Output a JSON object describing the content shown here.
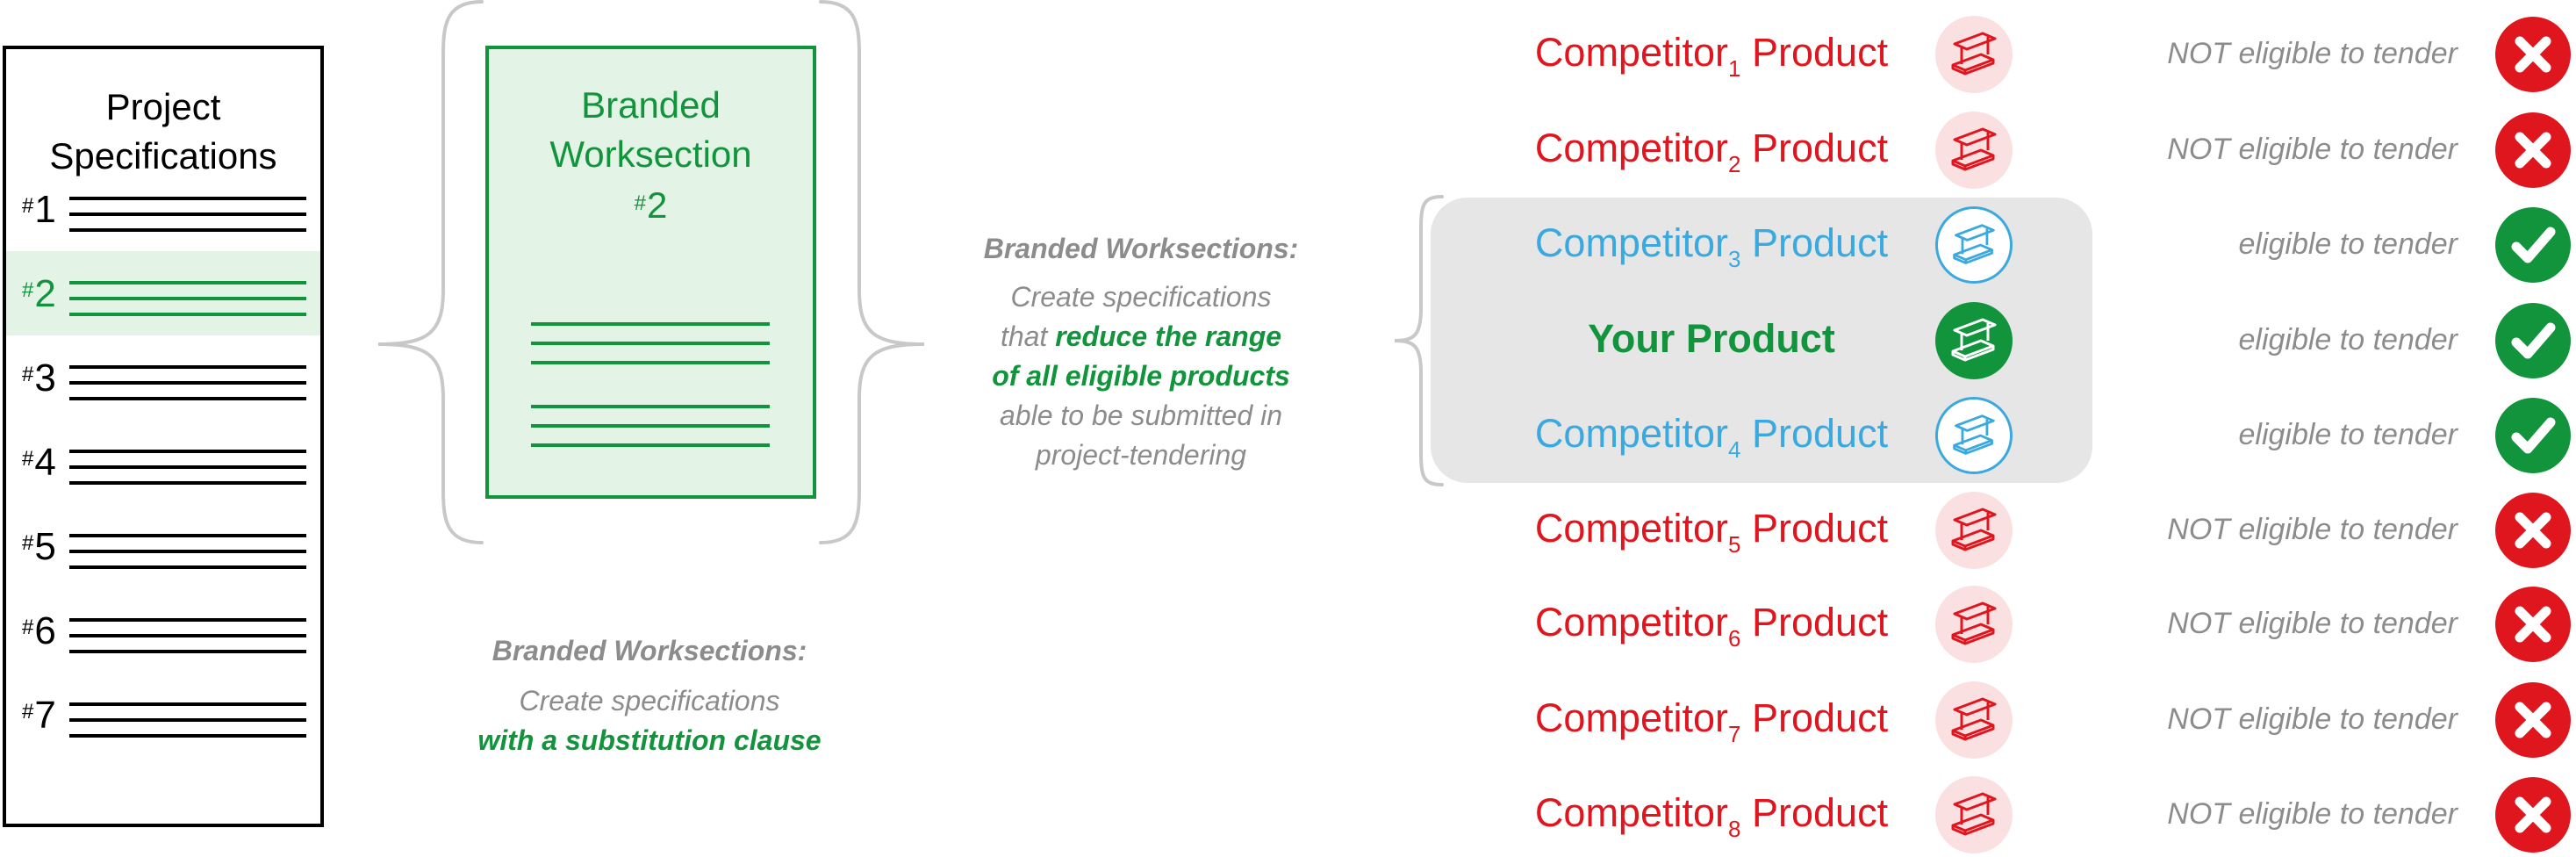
{
  "colors": {
    "green": "#11943c",
    "light_green": "#e3f3e5",
    "red": "#e0161f",
    "light_red": "#fbe0e1",
    "blue": "#3aa9df",
    "gray_text": "#8c8c8c",
    "gray_box": "#e6e6e6"
  },
  "spec_doc": {
    "title_line1": "Project",
    "title_line2": "Specifications",
    "num_prefix": "#",
    "items": [
      "1",
      "2",
      "3",
      "4",
      "5",
      "6",
      "7"
    ],
    "highlighted_item": "2"
  },
  "worksection": {
    "title_line1": "Branded",
    "title_line2": "Worksection",
    "num_prefix": "#",
    "num": "2"
  },
  "caption_substitution": {
    "heading": "Branded Worksections:",
    "line1": "Create specifications",
    "emphasis": "with a substitution clause"
  },
  "caption_reduce": {
    "heading": "Branded Worksections:",
    "line1": "Create specifications",
    "line2_pre": "that",
    "line2_emph": "reduce the range",
    "line3_emph": "of all eligible products",
    "line4": "able to be submitted in",
    "line5": "project-tendering"
  },
  "products": [
    {
      "type": "competitor",
      "label": "Competitor",
      "sub": "1",
      "suffix": "Product",
      "color": "red",
      "eligibility": "NOT eligible to tender",
      "eligible": false
    },
    {
      "type": "competitor",
      "label": "Competitor",
      "sub": "2",
      "suffix": "Product",
      "color": "red",
      "eligibility": "NOT eligible to tender",
      "eligible": false
    },
    {
      "type": "competitor",
      "label": "Competitor",
      "sub": "3",
      "suffix": "Product",
      "color": "blue",
      "eligibility": "eligible to tender",
      "eligible": true
    },
    {
      "type": "yours",
      "label": "Your Product",
      "color": "green",
      "eligibility": "eligible to tender",
      "eligible": true
    },
    {
      "type": "competitor",
      "label": "Competitor",
      "sub": "4",
      "suffix": "Product",
      "color": "blue",
      "eligibility": "eligible to tender",
      "eligible": true
    },
    {
      "type": "competitor",
      "label": "Competitor",
      "sub": "5",
      "suffix": "Product",
      "color": "red",
      "eligibility": "NOT eligible to tender",
      "eligible": false
    },
    {
      "type": "competitor",
      "label": "Competitor",
      "sub": "6",
      "suffix": "Product",
      "color": "red",
      "eligibility": "NOT eligible to tender",
      "eligible": false
    },
    {
      "type": "competitor",
      "label": "Competitor",
      "sub": "7",
      "suffix": "Product",
      "color": "red",
      "eligibility": "NOT eligible to tender",
      "eligible": false
    },
    {
      "type": "competitor",
      "label": "Competitor",
      "sub": "8",
      "suffix": "Product",
      "color": "red",
      "eligibility": "NOT eligible to tender",
      "eligible": false
    }
  ],
  "icons": {
    "product": "steel-beam-icon",
    "eligible": "checkmark-icon",
    "not_eligible": "cross-icon"
  }
}
